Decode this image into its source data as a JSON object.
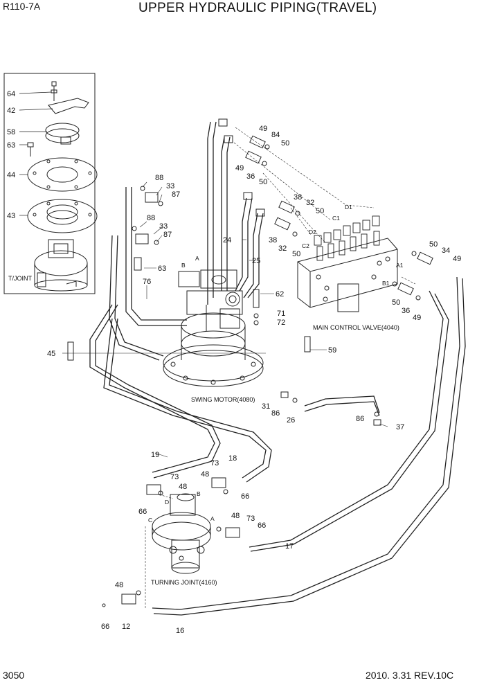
{
  "header": {
    "model": "R110-7A",
    "title": "UPPER HYDRAULIC PIPING(TRAVEL)"
  },
  "footer": {
    "page_number": "3050",
    "revision": "2010. 3.31  REV.10C"
  },
  "components": {
    "t_joint": "T/JOINT",
    "main_control_valve": "MAIN CONTROL VALVE(4040)",
    "swing_motor": "SWING MOTOR(4080)",
    "turning_joint": "TURNING JOINT(4160)"
  },
  "ports": {
    "A": "A",
    "B": "B",
    "C": "C",
    "D": "D",
    "A1": "A1",
    "B1": "B1",
    "C1": "C1",
    "C2": "C2",
    "D1": "D1",
    "D2": "D2"
  },
  "parts": {
    "p64": "64",
    "p42": "42",
    "p58": "58",
    "p63": "63",
    "p44": "44",
    "p43": "43",
    "p49": "49",
    "p84": "84",
    "p50": "50",
    "p36": "36",
    "p88": "88",
    "p33": "33",
    "p87": "87",
    "p38": "38",
    "p32": "32",
    "p24": "24",
    "p25": "25",
    "p34": "34",
    "p76": "76",
    "p62": "62",
    "p71": "71",
    "p72": "72",
    "p59": "59",
    "p45": "45",
    "p31": "31",
    "p86": "86",
    "p26": "26",
    "p37": "37",
    "p19": "19",
    "p18": "18",
    "p73": "73",
    "p48": "48",
    "p66": "66",
    "p17": "17",
    "p12": "12",
    "p16": "16"
  }
}
